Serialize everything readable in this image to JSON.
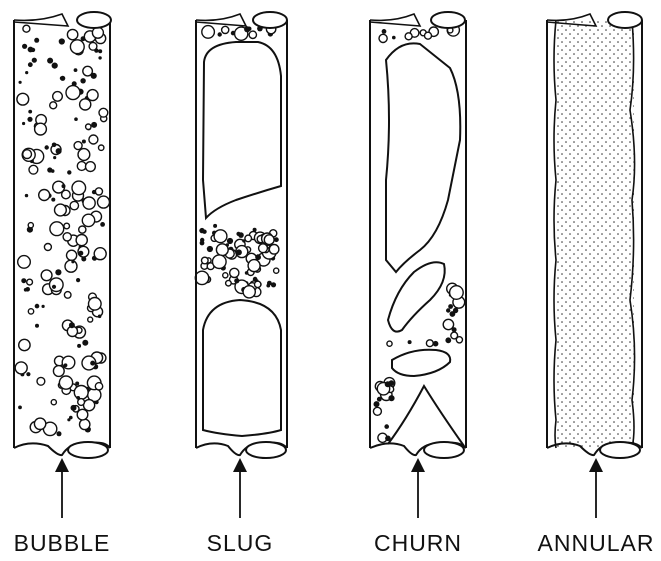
{
  "labels": {
    "bubble": "BUBBLE",
    "slug": "SLUG",
    "churn": "CHURN",
    "annular": "ANNULAR"
  }
}
